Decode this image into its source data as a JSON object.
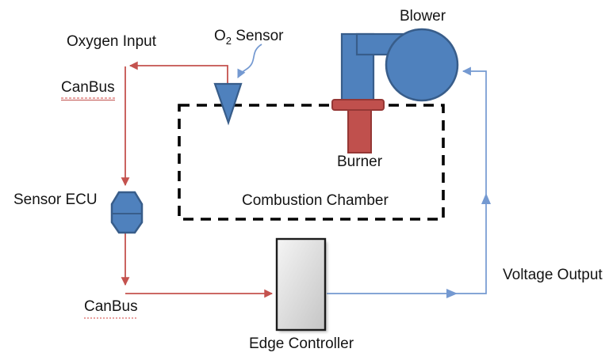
{
  "colors": {
    "shape_blue": "#4F81BD",
    "shape_blue_border": "#385D8A",
    "shape_red": "#C0504D",
    "shape_red_border": "#953735",
    "line_red": "#C4524E",
    "line_blue": "#7499D1",
    "dash_black": "#000000",
    "controller_border": "#1C1C1C",
    "controller_fill_light": "#F5F5F5",
    "controller_fill_dark": "#C5C5C5",
    "label_text": "#141414",
    "canbus_underline": "#C0504D",
    "canbus_squiggle": "#E8A09E",
    "background": "#FFFFFF"
  },
  "labels": {
    "blower": "Blower",
    "oxygen_input": "Oxygen Input",
    "o2_sensor": {
      "base": "O",
      "sub": "2",
      "rest": " Sensor"
    },
    "canbus_top": "CanBus",
    "sensor_ecu": "Sensor ECU",
    "combustion_chamber": "Combustion Chamber",
    "burner": "Burner",
    "canbus_bottom": "CanBus",
    "edge_controller": "Edge Controller",
    "voltage_output": "Voltage Output"
  }
}
